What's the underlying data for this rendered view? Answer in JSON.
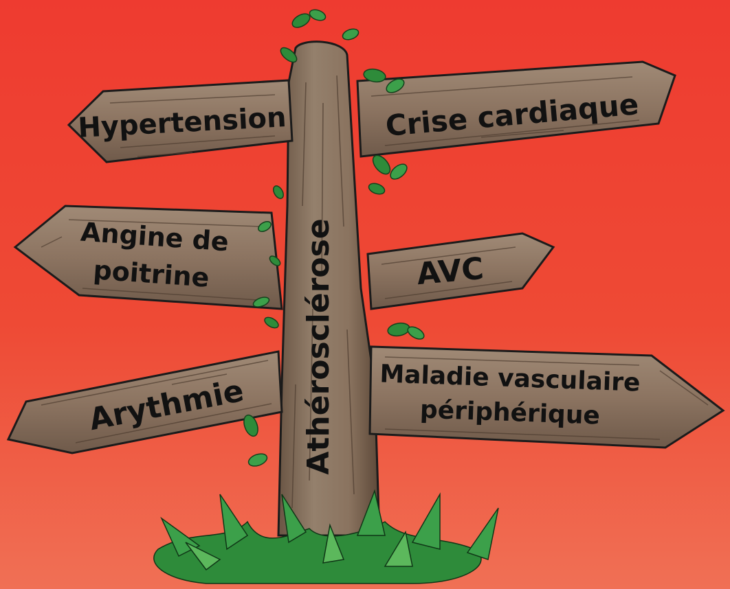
{
  "post": {
    "label": "Athérosclérose"
  },
  "signs": [
    {
      "label": "Hypertension",
      "direction": "left"
    },
    {
      "label": "Crise cardiaque",
      "direction": "right"
    },
    {
      "lines": [
        "Angine de",
        "poitrine"
      ],
      "direction": "left"
    },
    {
      "label": "AVC",
      "direction": "right"
    },
    {
      "label": "Arythmie",
      "direction": "left"
    },
    {
      "lines": [
        "Maladie vasculaire",
        "périphérique"
      ],
      "direction": "right"
    }
  ],
  "colors": {
    "background": "#ee3b30",
    "wood": "#8c7461",
    "wood_dark": "#5e4a3c",
    "leaf": "#2e8b3a",
    "leaf_light": "#5cb85c",
    "outline": "#1b1b1b"
  }
}
